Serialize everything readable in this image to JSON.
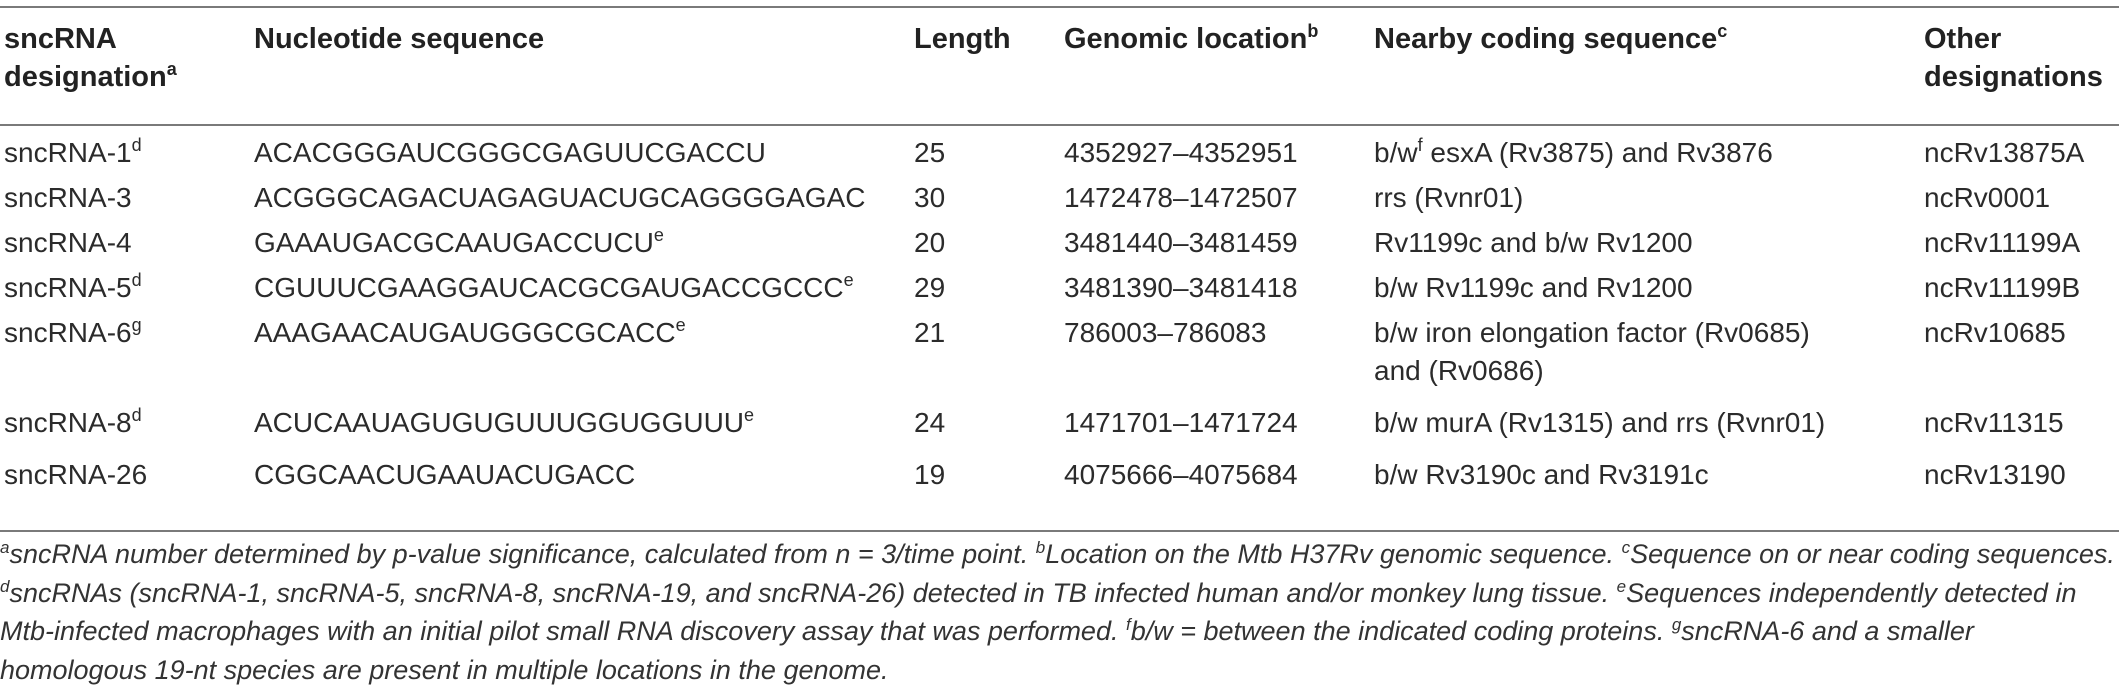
{
  "table": {
    "headers": [
      {
        "text": "sncRNA",
        "text2": "designation",
        "sup": "a"
      },
      {
        "text": "Nucleotide sequence"
      },
      {
        "text": "Length"
      },
      {
        "text": "Genomic location",
        "sup": "b"
      },
      {
        "text": "Nearby coding sequence",
        "sup": "c"
      },
      {
        "text": "Other",
        "text2": "designations"
      }
    ],
    "rows": [
      {
        "name": "sncRNA-1",
        "name_sup": "d",
        "seq": "ACACGGGAUCGGGCGAGUUCGACCU",
        "seq_sup": "",
        "length": "25",
        "location": "4352927–4352951",
        "coding_pre": "b/w",
        "coding_sup": "f",
        "coding": " esxA (Rv3875) and Rv3876",
        "coding2": "",
        "other": "ncRv13875A"
      },
      {
        "name": "sncRNA-3",
        "name_sup": "",
        "seq": "ACGGGCAGACUAGAGUACUGCAGGGGAGAC",
        "seq_sup": "",
        "length": "30",
        "location": "1472478–1472507",
        "coding_pre": "",
        "coding_sup": "",
        "coding": "rrs (Rvnr01)",
        "coding2": "",
        "other": "ncRv0001"
      },
      {
        "name": "sncRNA-4",
        "name_sup": "",
        "seq": "GAAAUGACGCAAUGACCUCU",
        "seq_sup": "e",
        "length": "20",
        "location": "3481440–3481459",
        "coding_pre": "",
        "coding_sup": "",
        "coding": "Rv1199c and b/w Rv1200",
        "coding2": "",
        "other": "ncRv11199A"
      },
      {
        "name": "sncRNA-5",
        "name_sup": "d",
        "seq": "CGUUUCGAAGGAUCACGCGAUGACCGCCC",
        "seq_sup": "e",
        "length": "29",
        "location": "3481390–3481418",
        "coding_pre": "",
        "coding_sup": "",
        "coding": "b/w Rv1199c and Rv1200",
        "coding2": "",
        "other": "ncRv11199B"
      },
      {
        "name": "sncRNA-6",
        "name_sup": "g",
        "seq": "AAAGAACAUGAUGGGCGCACC",
        "seq_sup": "e",
        "length": "21",
        "location": "786003–786083",
        "coding_pre": "",
        "coding_sup": "",
        "coding": "b/w iron elongation factor (Rv0685)",
        "coding2": "and (Rv0686)",
        "other": "ncRv10685"
      },
      {
        "name": "sncRNA-8",
        "name_sup": "d",
        "seq": "ACUCAAUAGUGUGUUUGGUGGUUU",
        "seq_sup": "e",
        "length": "24",
        "location": "1471701–1471724",
        "coding_pre": "",
        "coding_sup": "",
        "coding": "b/w murA (Rv1315) and rrs (Rvnr01)",
        "coding2": "",
        "other": "ncRv11315"
      },
      {
        "name": "sncRNA-26",
        "name_sup": "",
        "seq": "CGGCAACUGAAUACUGACC",
        "seq_sup": "",
        "length": "19",
        "location": "4075666–4075684",
        "coding_pre": "",
        "coding_sup": "",
        "coding": "b/w Rv3190c and Rv3191c",
        "coding2": "",
        "other": "ncRv13190"
      }
    ]
  },
  "footnotes": [
    {
      "sup": "a",
      "text": "sncRNA number determined by p-value significance, calculated from n = 3/time point. "
    },
    {
      "sup": "b",
      "text": "Location on the Mtb H37Rv genomic sequence. "
    },
    {
      "sup": "c",
      "text": "Sequence on or near coding sequences. "
    },
    {
      "sup": "d",
      "text": "sncRNAs (sncRNA-1, sncRNA-5, sncRNA-8, sncRNA-19, and sncRNA-26) detected in TB infected human and/or monkey lung tissue. "
    },
    {
      "sup": "e",
      "text": "Sequences independently detected in Mtb-infected macrophages with an initial pilot small RNA discovery assay that was performed. "
    },
    {
      "sup": "f",
      "text": "b/w = between the indicated coding proteins. "
    },
    {
      "sup": "g",
      "text": "sncRNA-6 and a smaller homologous 19-nt species are present in multiple locations in the genome."
    }
  ]
}
